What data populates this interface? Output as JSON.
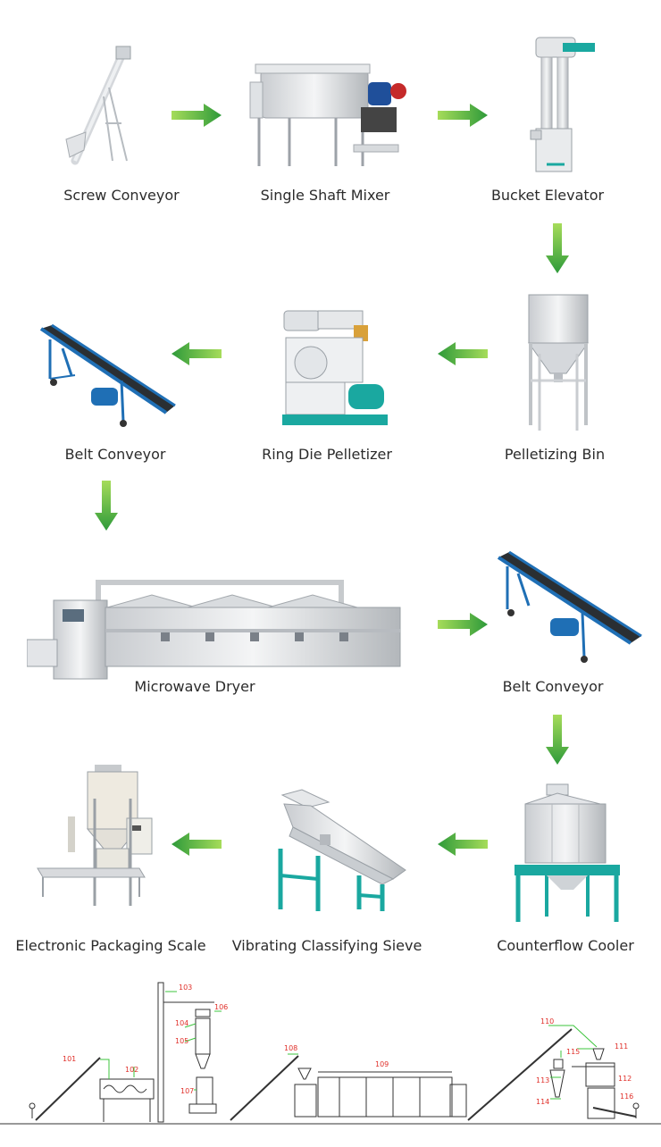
{
  "colors": {
    "arrow_start": "#8fd14f",
    "arrow_end": "#2e9a3a",
    "machine_white": "#eeeeee",
    "machine_blue": "#1f6fb5",
    "machine_teal": "#1aa8a0",
    "plan_leader": "#3cc43c",
    "plan_number": "#e0302a"
  },
  "machines": [
    {
      "label": "Screw Conveyor",
      "icon": "screw-conveyor-icon"
    },
    {
      "label": "Single Shaft Mixer",
      "icon": "mixer-icon"
    },
    {
      "label": "Bucket Elevator",
      "icon": "bucket-elevator-icon"
    },
    {
      "label": "Pelletizing Bin",
      "icon": "bin-icon"
    },
    {
      "label": "Ring Die Pelletizer",
      "icon": "pelletizer-icon"
    },
    {
      "label": "Belt Conveyor",
      "icon": "belt-conveyor-icon"
    },
    {
      "label": "Microwave Dryer",
      "icon": "microwave-dryer-icon"
    },
    {
      "label": "Belt Conveyor",
      "icon": "belt-conveyor-icon"
    },
    {
      "label": "Counterflow Cooler",
      "icon": "cooler-icon"
    },
    {
      "label": "Vibrating Classifying Sieve",
      "icon": "sieve-icon"
    },
    {
      "label": "Electronic Packaging Scale",
      "icon": "packaging-scale-icon"
    }
  ],
  "arrows": [
    "right",
    "right",
    "down",
    "left",
    "left",
    "down",
    "right",
    "down",
    "left",
    "left"
  ],
  "layout_plan": {
    "callouts": [
      "101",
      "102",
      "103",
      "104",
      "105",
      "106",
      "107",
      "108",
      "109",
      "110",
      "111",
      "112",
      "113",
      "114",
      "115",
      "116"
    ]
  }
}
